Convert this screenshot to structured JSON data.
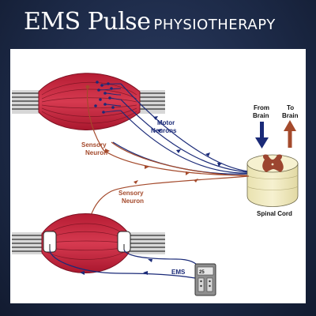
{
  "header": {
    "brand_main": "EMS Pulse",
    "brand_sub": "PHYSIOTHERAPY"
  },
  "labels": {
    "motor_neurons_1": "Motor",
    "motor_neurons_2": "Neurons",
    "sensory_upper_1": "Sensory",
    "sensory_upper_2": "Neuron",
    "sensory_lower_1": "Sensory",
    "sensory_lower_2": "Neuron",
    "from_brain_1": "From",
    "from_brain_2": "Brain",
    "to_brain_1": "To",
    "to_brain_2": "Brain",
    "spinal_cord": "Spinal Cord",
    "ems": "EMS"
  },
  "colors": {
    "motor_neuron": "#1a2a78",
    "sensory_neuron": "#a44a2c",
    "muscle": "#c8283e",
    "spinal_cord": "#f1ecc4",
    "grey_matter": "#9c4530",
    "banner_bg": "#1d2b4a"
  },
  "icons": {
    "down_arrow": "from-brain-arrow-icon",
    "up_arrow": "to-brain-arrow-icon",
    "ems_device": "ems-device-icon"
  }
}
